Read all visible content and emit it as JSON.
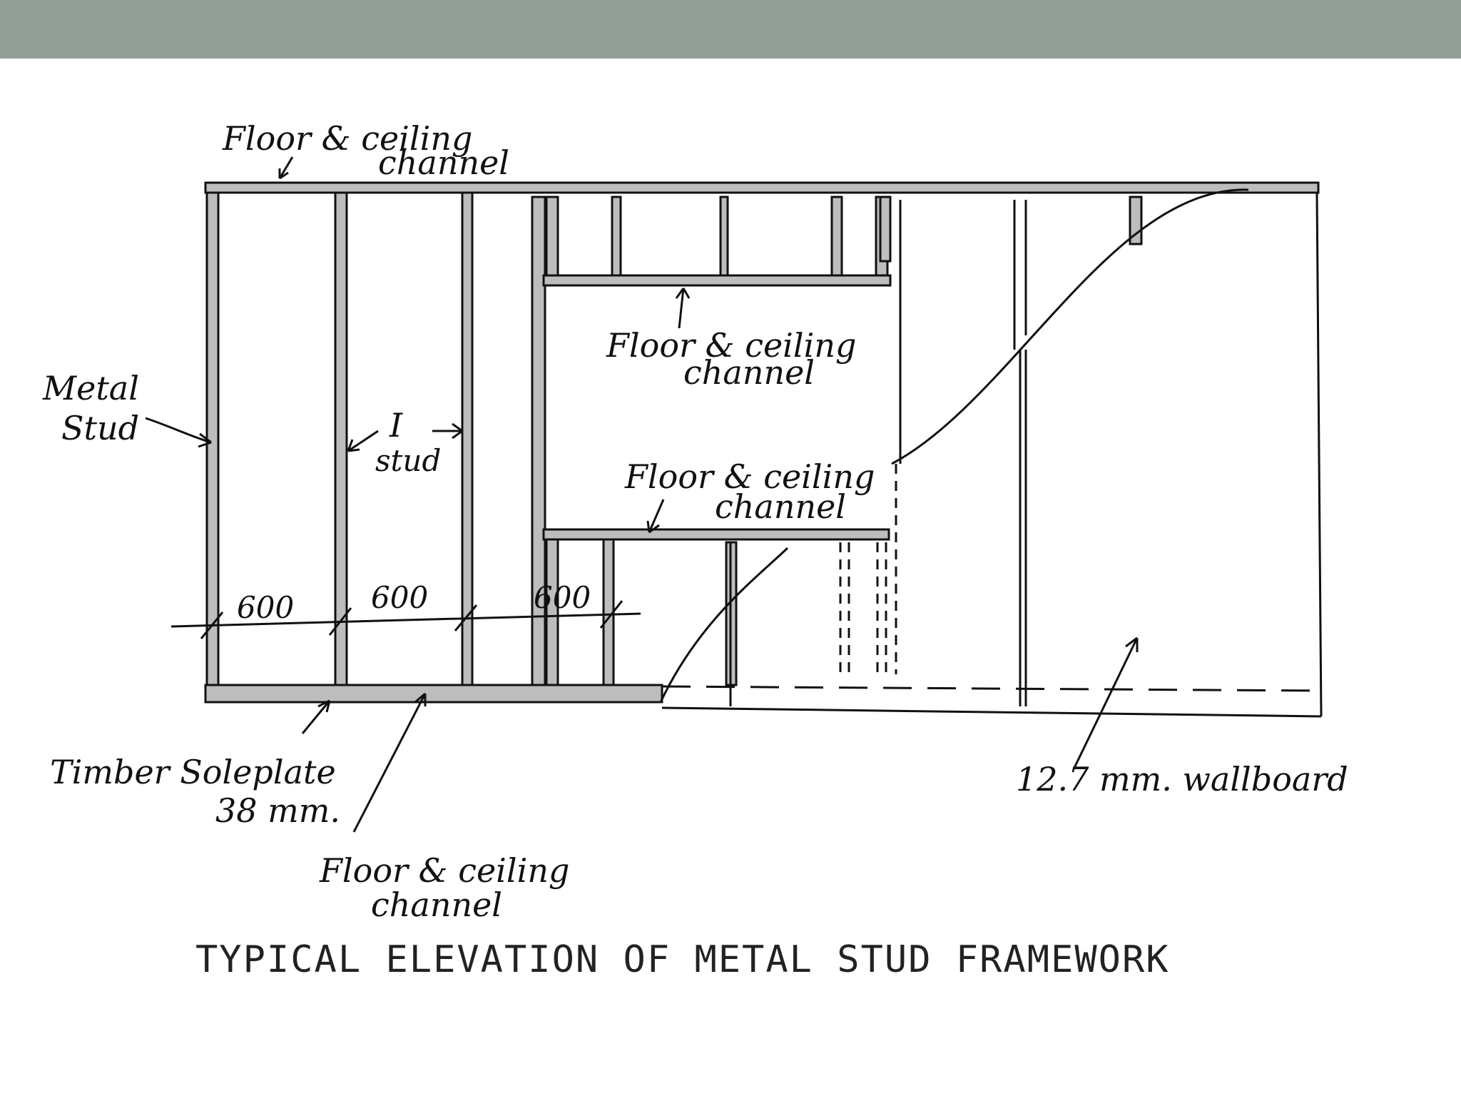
{
  "title": "TYPICAL ELEVATION OF METAL STUD FRAMEWORK",
  "labels": {
    "top_channel_1": "Floor & ceiling",
    "top_channel_2": "channel",
    "metal_stud_1": "Metal",
    "metal_stud_2": "Stud",
    "i_stud_1": "I",
    "i_stud_2": "stud",
    "head_channel_1": "Floor & ceiling",
    "head_channel_2": "channel",
    "sill_channel_1": "Floor & ceiling",
    "sill_channel_2": "channel",
    "spacing_1": "600",
    "spacing_2": "600",
    "spacing_3": "600",
    "soleplate_1": "Timber Soleplate",
    "soleplate_2": "38 mm.",
    "bottom_channel_1": "Floor & ceiling",
    "bottom_channel_2": "channel",
    "wallboard": "12.7 mm. wallboard"
  },
  "colors": {
    "member_fill": "#bdbdbd",
    "ink": "#111111",
    "topbar": "#949e99"
  }
}
